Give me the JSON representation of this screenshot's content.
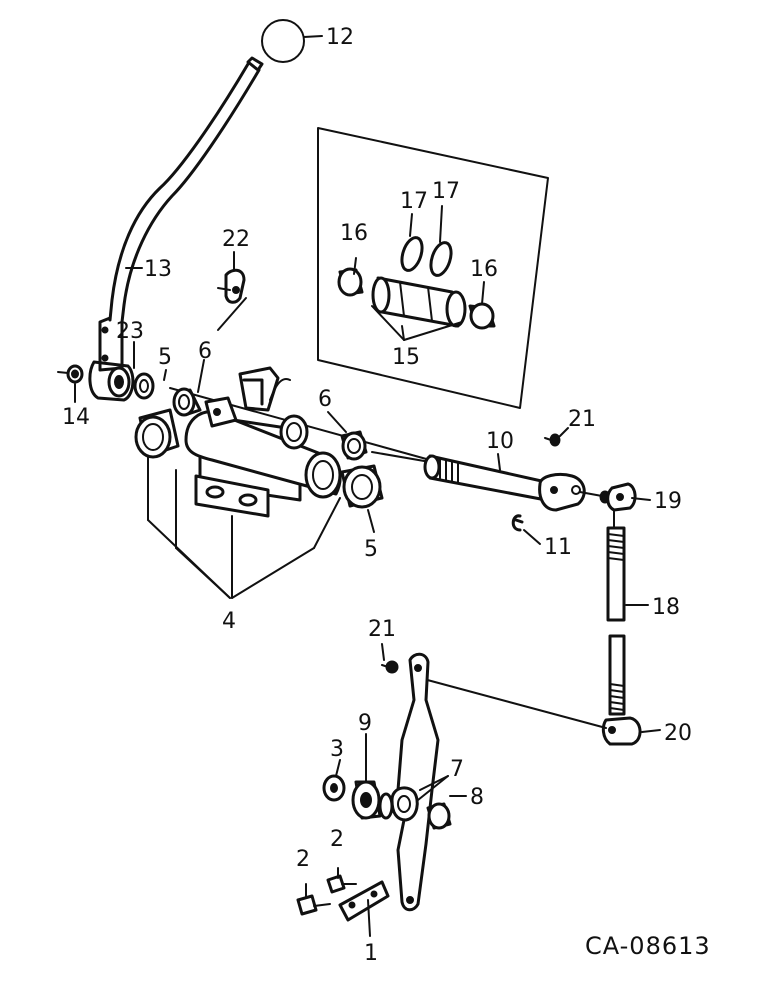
{
  "figure": {
    "reference_code": "CA-08613"
  },
  "callouts": {
    "c1": "1",
    "c2a": "2",
    "c2b": "2",
    "c3": "3",
    "c4": "4",
    "c5a": "5",
    "c5b": "5",
    "c6a": "6",
    "c6b": "6",
    "c7": "7",
    "c8": "8",
    "c9": "9",
    "c10": "10",
    "c11": "11",
    "c12": "12",
    "c13": "13",
    "c14": "14",
    "c15": "15",
    "c16a": "16",
    "c16b": "16",
    "c17a": "17",
    "c17b": "17",
    "c18": "18",
    "c19": "19",
    "c20": "20",
    "c21a": "21",
    "c21b": "21",
    "c22": "22",
    "c23": "23"
  }
}
